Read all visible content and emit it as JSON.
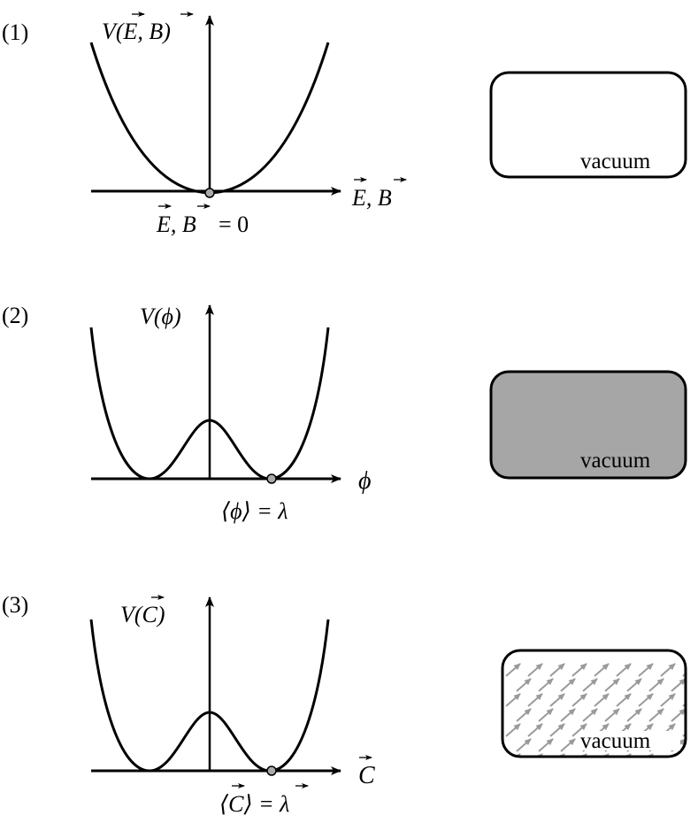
{
  "panels": [
    {
      "number": "(1)",
      "potential": "double-well-free",
      "ylabel": "V(E, B)",
      "xlabel": "E, B",
      "vacuum_label": "E, B = 0",
      "box_label": "vacuum",
      "box_fill": "#ffffff"
    },
    {
      "number": "(2)",
      "ylabel": "V(ϕ)",
      "xlabel": "ϕ",
      "vacuum_label": "⟨ϕ⟩ = λ",
      "box_label": "vacuum",
      "box_fill": "#a6a6a6"
    },
    {
      "number": "(3)",
      "ylabel": "V(C)",
      "xlabel": "C",
      "vacuum_label": "⟨C⟩ = λ",
      "box_label": "vacuum",
      "box_fill": "#ffffff",
      "box_pattern": "arrow-field",
      "arrow_color": "#9a9a9a"
    }
  ]
}
